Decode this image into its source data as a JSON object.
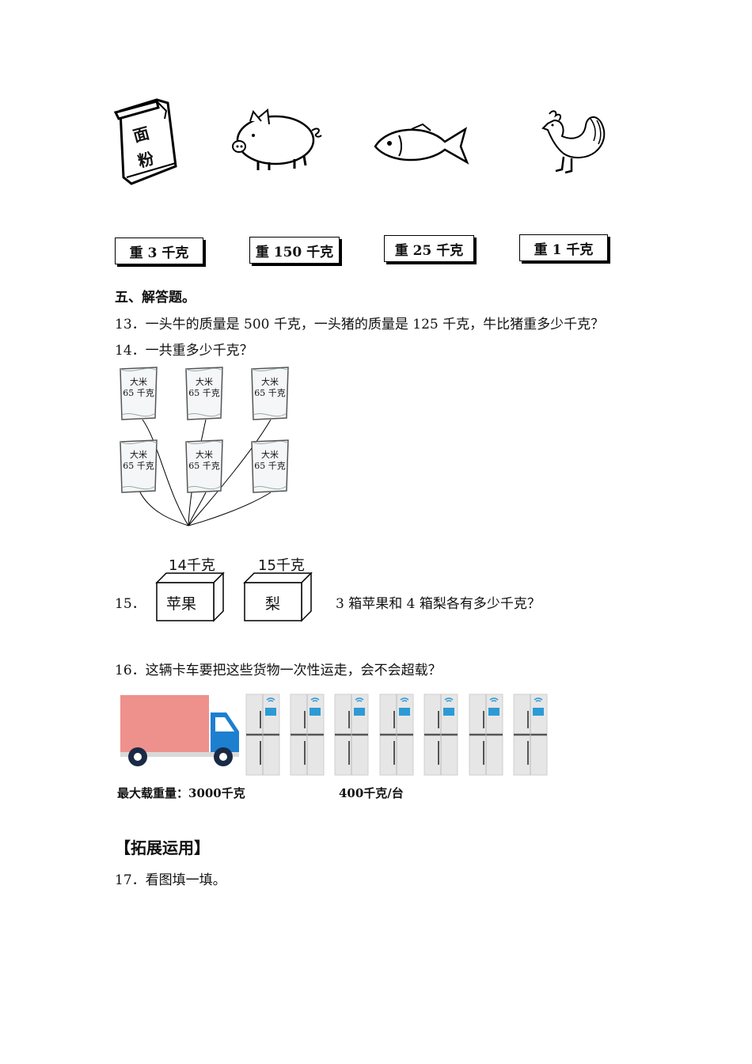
{
  "animals": {
    "flour_text_1": "面",
    "flour_text_2": "粉",
    "items": [
      "flour-bag-icon",
      "pig-icon",
      "fish-icon",
      "rooster-icon"
    ]
  },
  "weight_labels": [
    "重 3 千克",
    "重 150 千克",
    "重 25 千克",
    "重 1 千克"
  ],
  "section5": {
    "heading": "五、解答题。",
    "q13": "13．一头牛的质量是 500 千克，一头猪的质量是 125 千克，牛比猪重多少千克？",
    "q14": "14．一共重多少千克？",
    "rice_bag_line1": "大米",
    "rice_bag_line2": "65 千克",
    "q15_number": "15．",
    "box1_weight": "14千克",
    "box1_label": "苹果",
    "box2_weight": "15千克",
    "box2_label": "梨",
    "q15_question": "3 箱苹果和 4 箱梨各有多少千克？",
    "q16": "16．这辆卡车要把这些货物一次性运走，会不会超载？",
    "truck_caption": "最大载重量：3000千克",
    "fridge_caption": "400千克/台"
  },
  "extension": {
    "heading": "【拓展运用】",
    "q17": "17．看图填一填。"
  },
  "colors": {
    "truck_body": "#ee918d",
    "truck_cab": "#1d7fd0",
    "fridge_body": "#e6e6e6",
    "fridge_panel": "#2d9ad6"
  }
}
